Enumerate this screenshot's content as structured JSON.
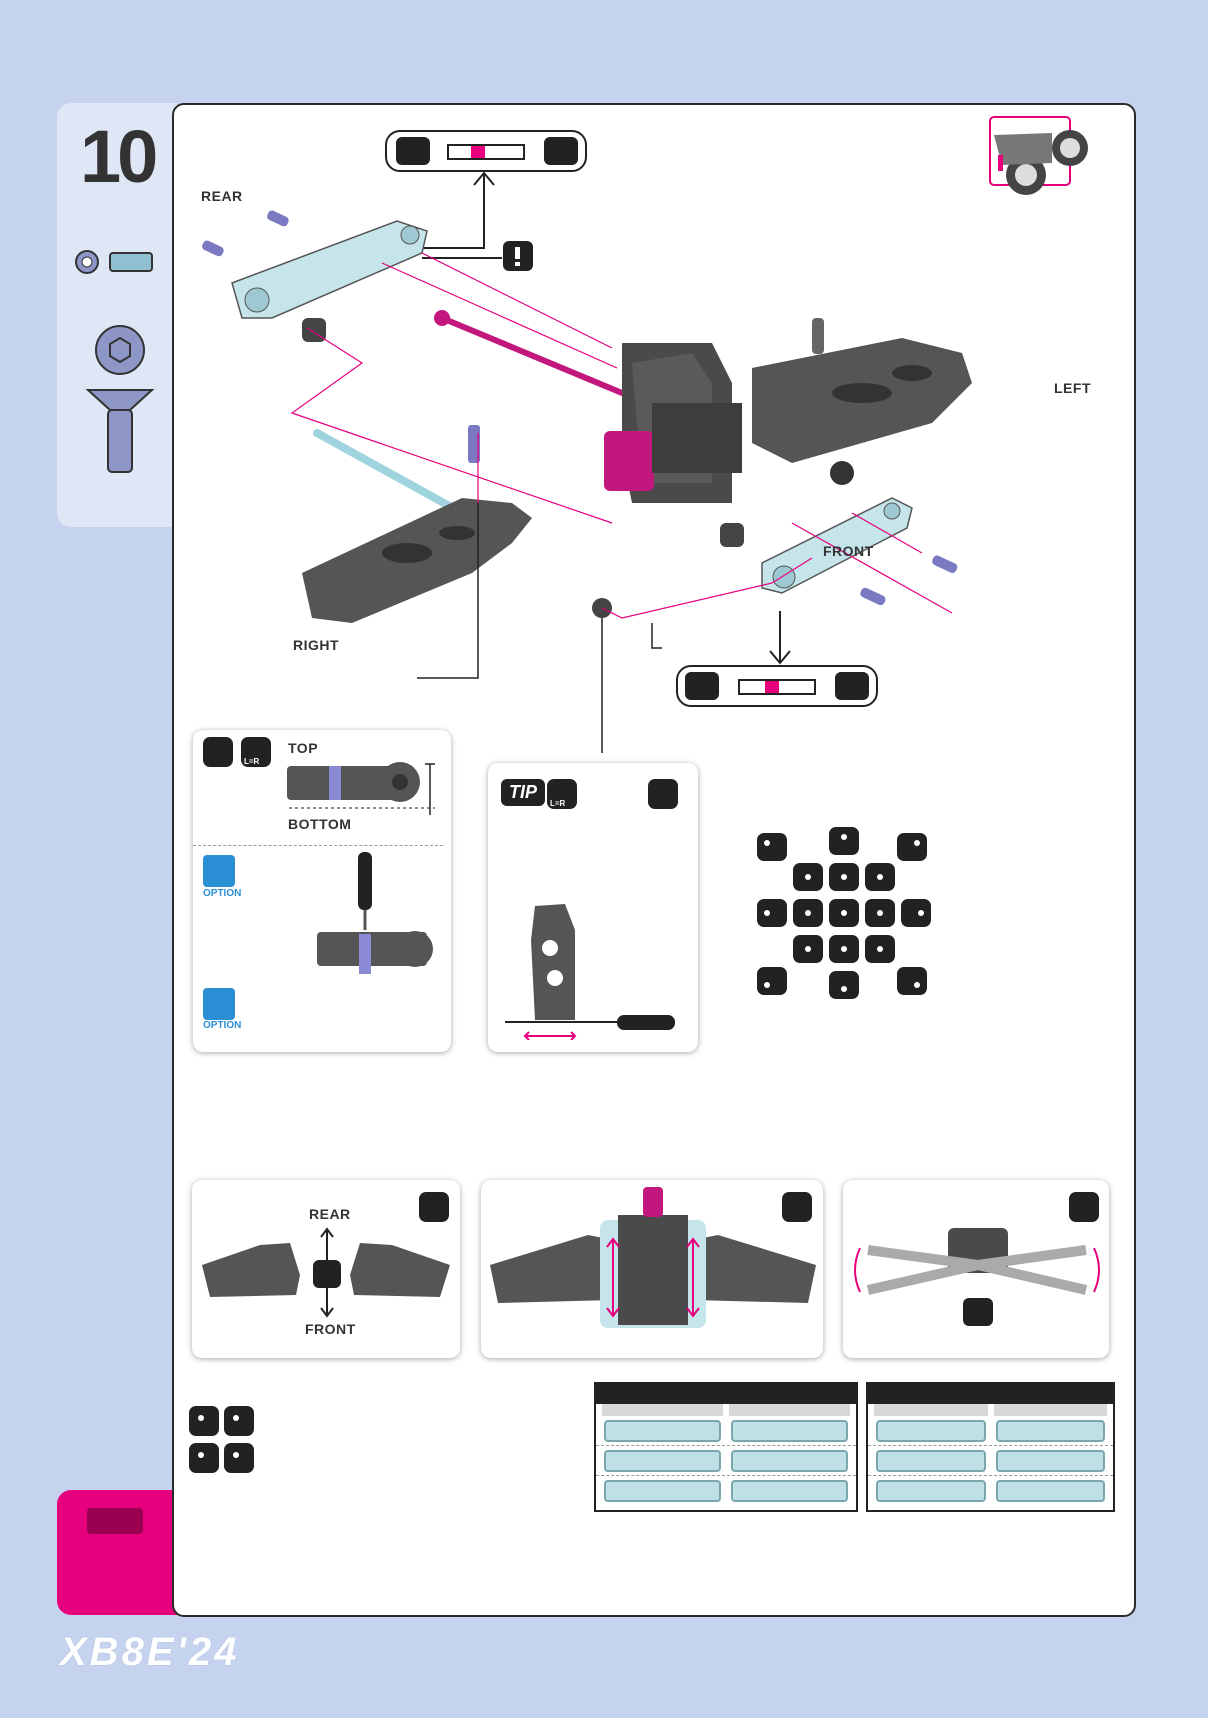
{
  "step": {
    "number": "10"
  },
  "labels": {
    "rear_top": "REAR",
    "left": "LEFT",
    "front_mid": "FRONT",
    "right": "RIGHT",
    "top": "TOP",
    "bottom": "BOTTOM",
    "option_1": "OPTION",
    "option_2": "OPTION",
    "tip": "TIP",
    "lr_badge_1": "L=R",
    "lr_badge_2": "L=R",
    "rear_bottom": "REAR",
    "front_bottom": "FRONT"
  },
  "footer": {
    "title": "XB8E'24"
  },
  "icons": {
    "magnify": "magnify-icon",
    "warning": "exclamation-icon",
    "thumbs_up": "thumbs-up-icon",
    "wrench": "wrench-icon"
  },
  "colors": {
    "accent": "#e6007e",
    "background": "#c6d3ee",
    "option": "#2b8fd6",
    "part_blue": "#7ab7c2"
  }
}
